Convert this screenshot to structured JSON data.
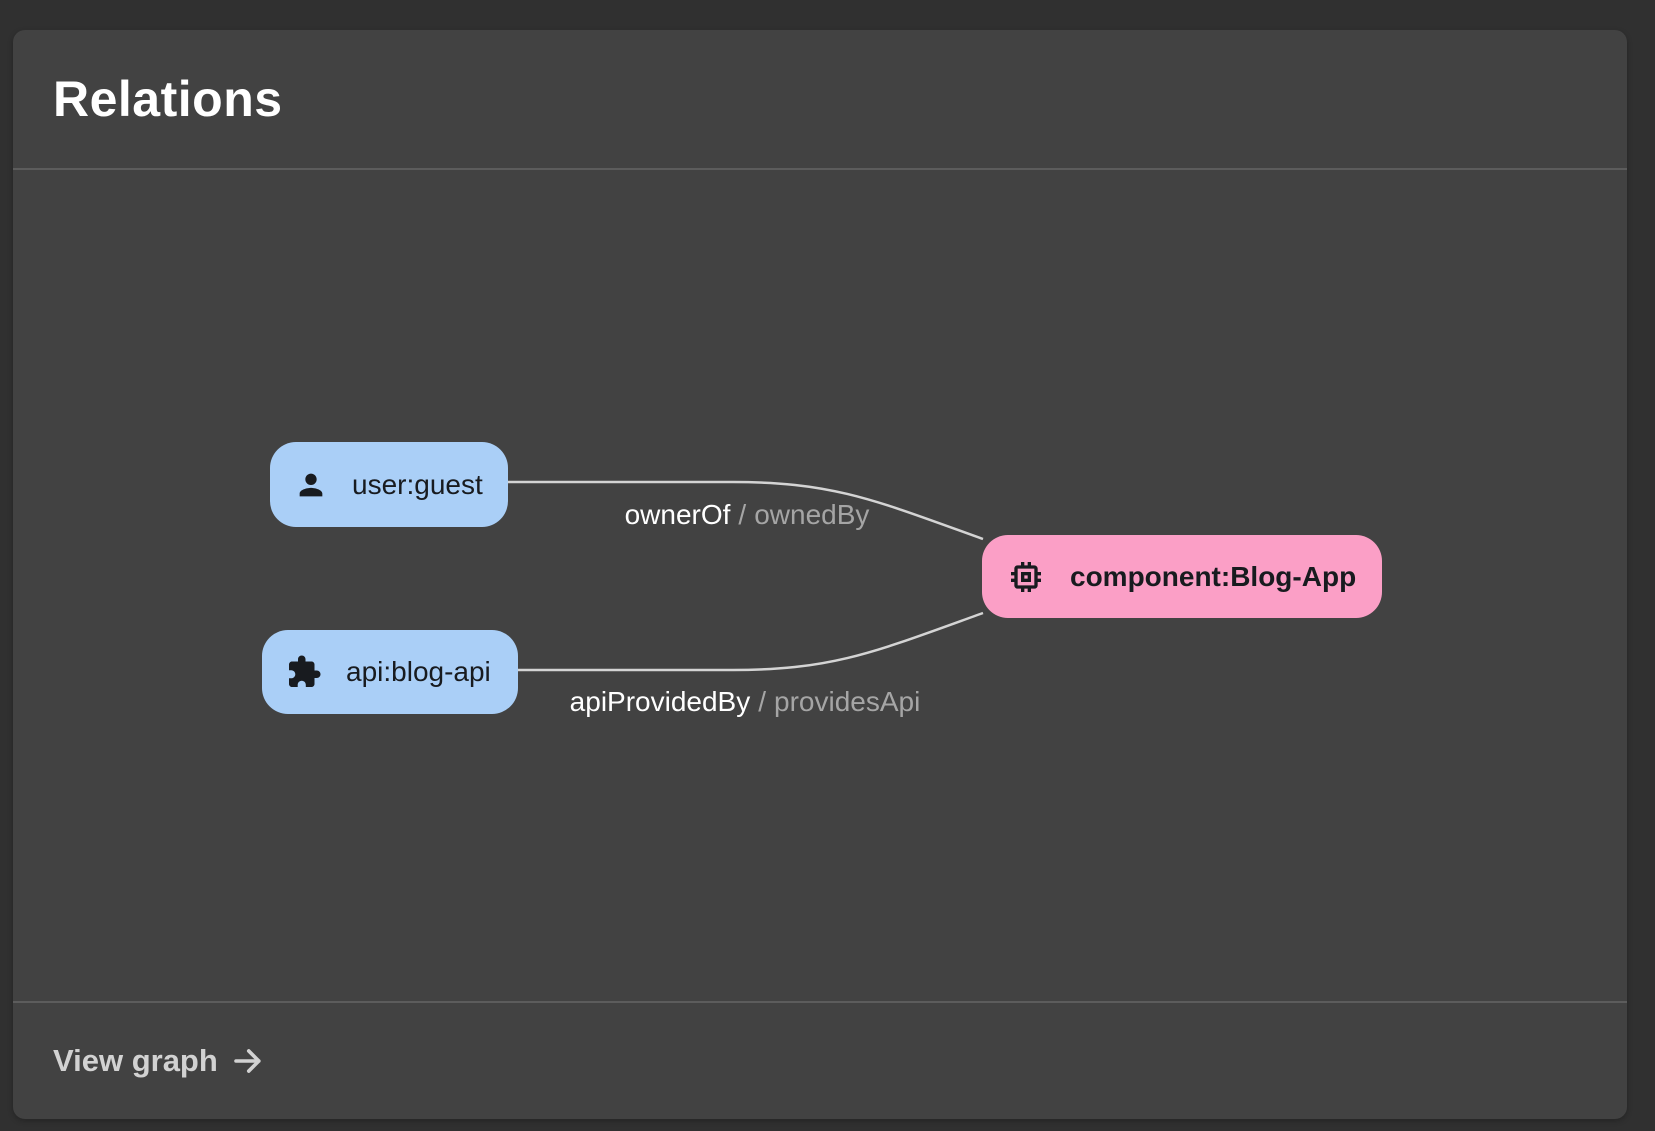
{
  "theme": {
    "page_bg": "#303030",
    "card_bg": "#424242",
    "divider": "#5c5c5c",
    "title_color": "#ffffff"
  },
  "card": {
    "title": "Relations"
  },
  "footer": {
    "link_label": "View graph",
    "icon": "arrow-right-icon"
  },
  "diagram": {
    "colors": {
      "edge": "#d4d4d4",
      "label_forward": "#ffffff",
      "label_reverse": "#a5a5a5",
      "node_text": "#181b1f",
      "entity_node_bg": "#aacff7",
      "primary_node_bg": "#fb9fc6"
    },
    "nodes": [
      {
        "id": "user:guest",
        "label": "user:guest",
        "icon": "person-icon",
        "bg": "#aacff7"
      },
      {
        "id": "api:blog-api",
        "label": "api:blog-api",
        "icon": "puzzle-piece-icon",
        "bg": "#aacff7"
      },
      {
        "id": "component:Blog-App",
        "label": "component:Blog-App",
        "icon": "memory-chip-icon",
        "bg": "#fb9fc6"
      }
    ],
    "edges": [
      {
        "from": "user:guest",
        "to": "component:Blog-App",
        "forward": "ownerOf",
        "separator": "/",
        "reverse": "ownedBy"
      },
      {
        "from": "api:blog-api",
        "to": "component:Blog-App",
        "forward": "apiProvidedBy",
        "separator": "/",
        "reverse": "providesApi"
      }
    ]
  }
}
